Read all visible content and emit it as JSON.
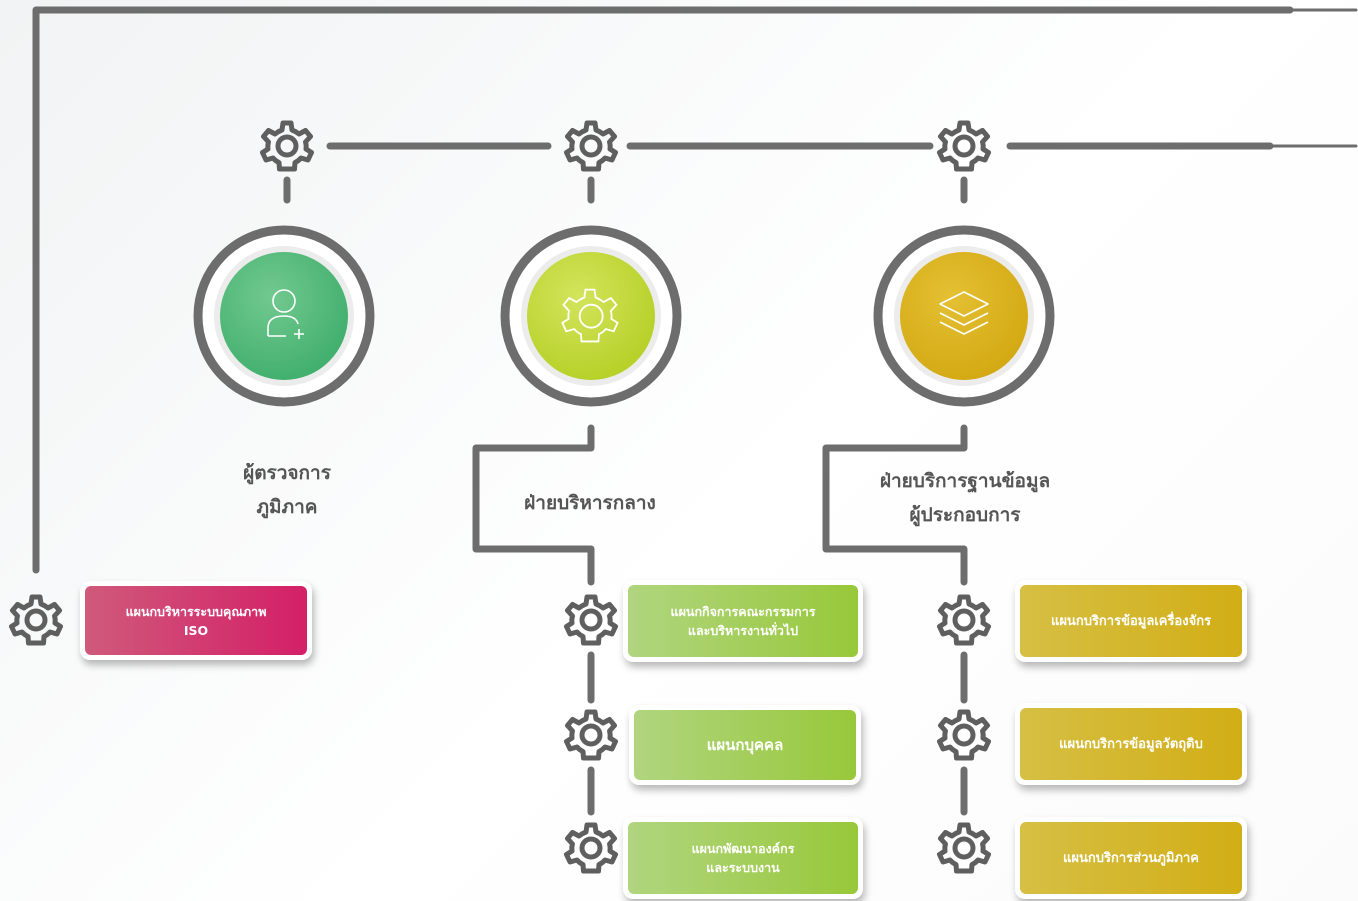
{
  "colors": {
    "line": "#6d6d6d",
    "green": "#4fb978",
    "lime": "#bfd838",
    "gold": "#d9ae1a",
    "pink": "#d41f67"
  },
  "top_nodes": [
    {
      "icon": "person-add-icon",
      "title": "ผู้ตรวจการ\nภูมิภาค"
    },
    {
      "icon": "gear-icon",
      "title": "ฝ่ายบริหารกลาง"
    },
    {
      "icon": "layers-icon",
      "title": "ฝ่ายบริการฐานข้อมูล\nผู้ประกอบการ"
    }
  ],
  "departments": {
    "iso": "แผนกบริหารระบบคุณภาพ\nISO",
    "admin": [
      "แผนกกิจการคณะกรรมการ\nและบริหารงานทั่วไป",
      "แผนกบุคคล",
      "แผนกพัฒนาองค์กร\nและระบบงาน"
    ],
    "database": [
      "แผนกบริการข้อมูลเครื่องจักร",
      "แผนกบริการข้อมูลวัตถุดิบ",
      "แผนกบริการส่วนภูมิภาค"
    ]
  }
}
